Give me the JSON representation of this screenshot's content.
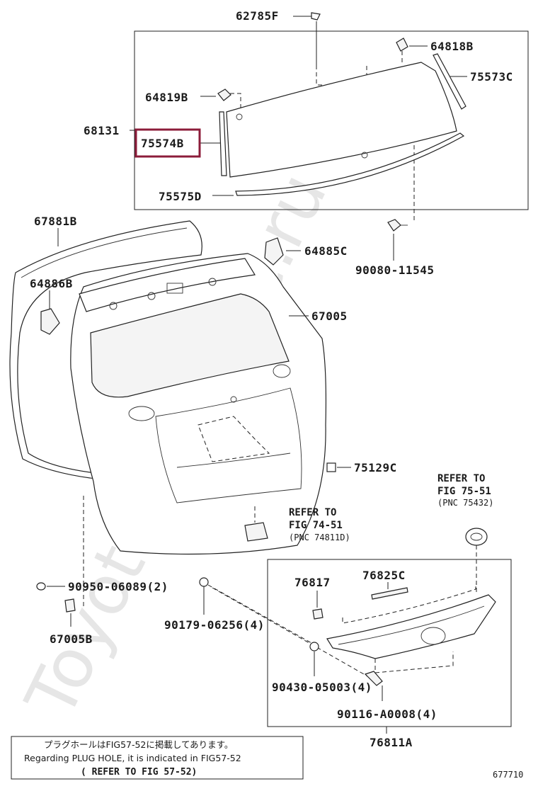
{
  "watermark": "ToyotaCarMine.ru",
  "figure_number": "677710",
  "highlight_color": "#8c1c3a",
  "part_labels": {
    "p62785F": "62785F",
    "p64818B": "64818B",
    "p75573C": "75573C",
    "p64819B": "64819B",
    "p68131": "68131",
    "p75574B": "75574B",
    "p75575D": "75575D",
    "p67881B": "67881B",
    "p64885C": "64885C",
    "p90080_11545": "90080-11545",
    "p64886B": "64886B",
    "p67005": "67005",
    "p75129C": "75129C",
    "p90950_06089": "90950-06089(2)",
    "p67005B": "67005B",
    "p90179_06256": "90179-06256(4)",
    "p76817": "76817",
    "p76825C": "76825C",
    "p90430_05003": "90430-05003(4)",
    "p90116_A0008": "90116-A0008(4)",
    "p76811A": "76811A"
  },
  "references": {
    "ref1": {
      "line1": "REFER TO",
      "line2": "FIG 75-51",
      "line3": "(PNC 75432)"
    },
    "ref2": {
      "line1": "REFER TO",
      "line2": "FIG 74-51",
      "line3": "(PNC 74811D)"
    }
  },
  "note": {
    "line1": "プラグホールはFIG57-52に掲載してあります。",
    "line2": "Regarding PLUG HOLE, it is indicated in FIG57-52",
    "line3": "( REFER TO FIG 57-52)"
  }
}
